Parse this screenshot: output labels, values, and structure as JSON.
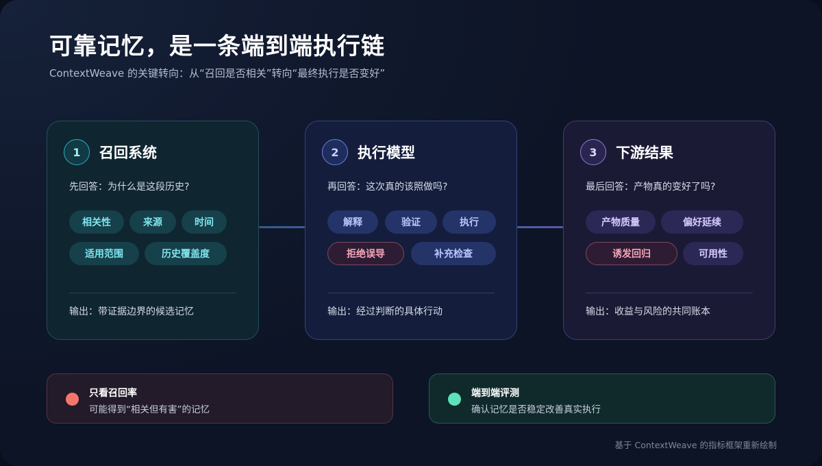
{
  "title": "可靠记忆，是一条端到端执行链",
  "subtitle": "ContextWeave 的关键转向：从“召回是否相关”转向“最终执行是否变好”",
  "cards": [
    {
      "number": "1",
      "title": "召回系统",
      "question": "先回答：为什么是这段历史?",
      "tags": [
        "相关性",
        "来源",
        "时间",
        "适用范围",
        "历史覆盖度"
      ],
      "output": "输出：带证据边界的候选记忆"
    },
    {
      "number": "2",
      "title": "执行模型",
      "question": "再回答：这次真的该照做吗?",
      "tags": [
        "解释",
        "验证",
        "执行",
        "拒绝误导",
        "补充检查"
      ],
      "output": "输出：经过判断的具体行动"
    },
    {
      "number": "3",
      "title": "下游结果",
      "question": "最后回答：产物真的变好了吗?",
      "tags": [
        "产物质量",
        "偏好延续",
        "诱发回归",
        "可用性"
      ],
      "output": "输出：收益与风险的共同账本"
    }
  ],
  "notes": [
    {
      "title": "只看召回率",
      "desc": "可能得到“相关但有害”的记忆",
      "color": "#f3766c"
    },
    {
      "title": "端到端评测",
      "desc": "确认记忆是否稳定改善真实执行",
      "color": "#5ee3b8"
    }
  ],
  "footnote": "基于 ContextWeave 的指标框架重新绘制"
}
